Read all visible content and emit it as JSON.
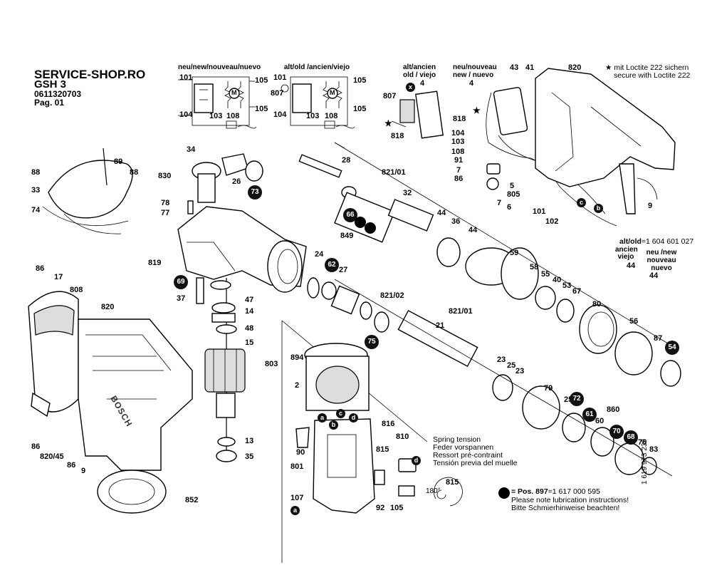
{
  "header": {
    "shop": "SERVICE-SHOP.RO",
    "model": "GSH 3",
    "part_number": "0611320703",
    "page": "Pag. 01"
  },
  "captions": {
    "wiring_new": "neu/new/nouveau/nuevo",
    "wiring_old": "alt/old /ancien/viejo",
    "switch_old_1": "alt/ancien",
    "switch_old_2": "old / viejo",
    "switch_new_1": "neu/nouveau",
    "switch_new_2": "new / nuevo",
    "loctite_1": "mit Loctite 222 sichern",
    "loctite_2": "secure with Loctite 222",
    "alt_old": "alt/old",
    "alt_old_value": "=1 604 601 027",
    "ancien": "ancien",
    "viejo": "viejo",
    "neu_new": "neu /new",
    "nouveau": "nouveau",
    "nuevo": "nuevo",
    "motor_symbol": "M"
  },
  "spring_note": [
    "Spring tension",
    "Feder vorspannen",
    "Ressort pré-contraint",
    "Tensión previa del muelle"
  ],
  "spring_angle": "180°",
  "lube_note": {
    "pos": "= Pos. 897",
    "value": "=1 617 000 595",
    "lines": [
      "Please note lubrication instructions!",
      "Bitte Schmierhinweise beachten!"
    ]
  },
  "doc_number": "1 619 973 239",
  "brand_text": "BOSCH",
  "badges": [
    "73",
    "66",
    "69",
    "62",
    "75",
    "54",
    "61",
    "72",
    "60",
    "70",
    "68"
  ],
  "markers": [
    "a",
    "b",
    "c",
    "d",
    "x"
  ],
  "part_labels": {
    "p101a": "101",
    "p105a": "105",
    "p104a": "104",
    "p103a": "103",
    "p108a": "108",
    "p105b": "105",
    "p101b": "101",
    "p807b": "807",
    "p105c": "105",
    "p104b": "104",
    "p103b": "103",
    "p108b": "108",
    "p105d": "105",
    "p4a": "4",
    "p807": "807",
    "p818a": "818",
    "p4b": "4",
    "p818b": "818",
    "p104": "104",
    "p103": "103",
    "p108": "108",
    "p91": "91",
    "p7a": "7",
    "p86a": "86",
    "p43": "43",
    "p41": "41",
    "p820a": "820",
    "p5": "5",
    "p805": "805",
    "p7b": "7",
    "p6": "6",
    "p101c": "101",
    "p102": "102",
    "p9a": "9",
    "p89": "89",
    "p88a": "88",
    "p88b": "88",
    "p33": "33",
    "p74": "74",
    "p34": "34",
    "p830": "830",
    "p26": "26",
    "p78": "78",
    "p77": "77",
    "p819": "819",
    "p37": "37",
    "p28": "28",
    "p821a": "821/01",
    "p32": "32",
    "p849": "849",
    "p44a": "44",
    "p36": "36",
    "p44b": "44",
    "p59": "59",
    "p58": "58",
    "p55": "55",
    "p40": "40",
    "p53": "53",
    "p67": "67",
    "p80": "80",
    "p56": "56",
    "p87": "87",
    "p44c": "44",
    "p44d": "44",
    "p24": "24",
    "p27": "27",
    "p821b": "821/02",
    "p821c": "821/01",
    "p21": "21",
    "p23a": "23",
    "p25a": "25",
    "p23b": "23",
    "p79": "79",
    "p25b": "25",
    "p860": "860",
    "p76": "76",
    "p83": "83",
    "p47": "47",
    "p14": "14",
    "p48": "48",
    "p15": "15",
    "p803": "803",
    "p13": "13",
    "p35": "35",
    "p86b": "86",
    "p17": "17",
    "p808": "808",
    "p820b": "820",
    "p86c": "86",
    "p820c": "820/45",
    "p86d": "86",
    "p9b": "9",
    "p852": "852",
    "p894": "894",
    "p2": "2",
    "p90": "90",
    "p801": "801",
    "p107": "107",
    "p816": "816",
    "p815": "815",
    "p810": "810",
    "p92": "92",
    "p105e": "105",
    "p815b": "815"
  }
}
